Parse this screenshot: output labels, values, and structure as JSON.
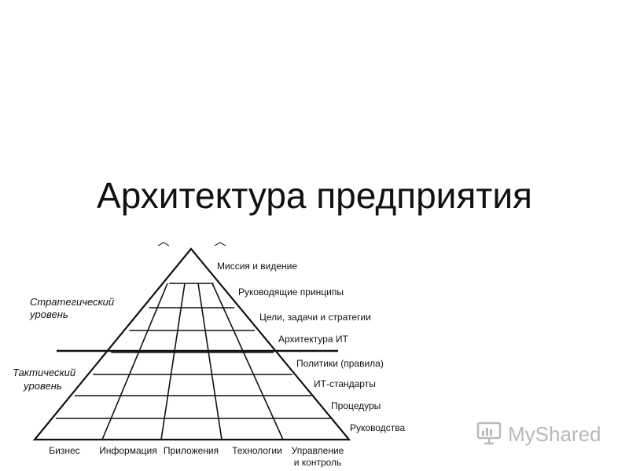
{
  "title": "Архитектура предприятия",
  "pyramid_rows": [
    "Миссия и видение",
    "Руководящие принципы",
    "Цели, задачи и стратегии",
    "Архитектура ИТ",
    "Политики (правила)",
    "ИТ-стандарты",
    "Процедуры",
    "Руководства"
  ],
  "columns": [
    {
      "line1": "Бизнес",
      "line2": ""
    },
    {
      "line1": "Информация",
      "line2": ""
    },
    {
      "line1": "Приложения",
      "line2": ""
    },
    {
      "line1": "Технологии",
      "line2": ""
    },
    {
      "line1": "Управление",
      "line2": "и контроль"
    }
  ],
  "levels": {
    "strategic": {
      "line1": "Стратегический",
      "line2": "уровень"
    },
    "tactical": {
      "line1": "Тактический",
      "line2": "уровень"
    }
  },
  "watermark": {
    "text": "MyShared",
    "icon": "myshared-logo-icon"
  }
}
